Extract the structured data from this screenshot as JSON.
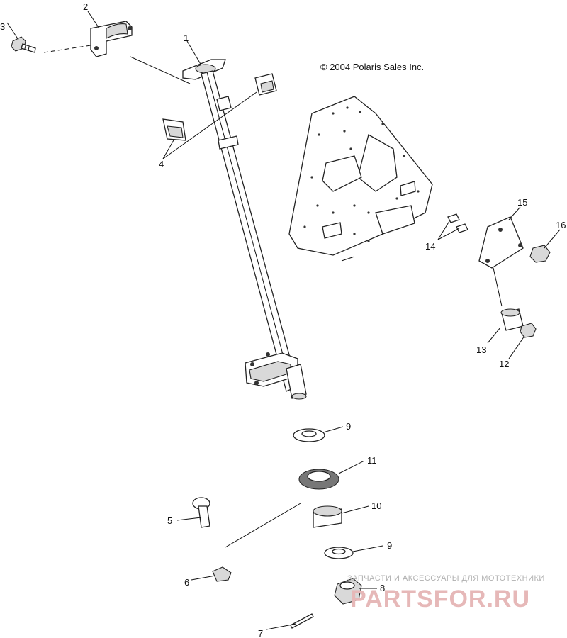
{
  "copyright": "© 2004 Polaris Sales Inc.",
  "callouts": [
    {
      "id": "1",
      "text": "1"
    },
    {
      "id": "2",
      "text": "2"
    },
    {
      "id": "3",
      "text": "3"
    },
    {
      "id": "4",
      "text": "4"
    },
    {
      "id": "5",
      "text": "5"
    },
    {
      "id": "6",
      "text": "6"
    },
    {
      "id": "7",
      "text": "7"
    },
    {
      "id": "8",
      "text": "8"
    },
    {
      "id": "9a",
      "text": "9"
    },
    {
      "id": "9b",
      "text": "9"
    },
    {
      "id": "10",
      "text": "10"
    },
    {
      "id": "11",
      "text": "11"
    },
    {
      "id": "12",
      "text": "12"
    },
    {
      "id": "13",
      "text": "13"
    },
    {
      "id": "14",
      "text": "14"
    },
    {
      "id": "15",
      "text": "15"
    },
    {
      "id": "16",
      "text": "16"
    }
  ],
  "watermark": {
    "tagline": "ЗАПЧАСТИ И АКСЕССУАРЫ ДЛЯ МОТОТЕХНИКИ",
    "brand": "PARTSFOR.RU"
  }
}
